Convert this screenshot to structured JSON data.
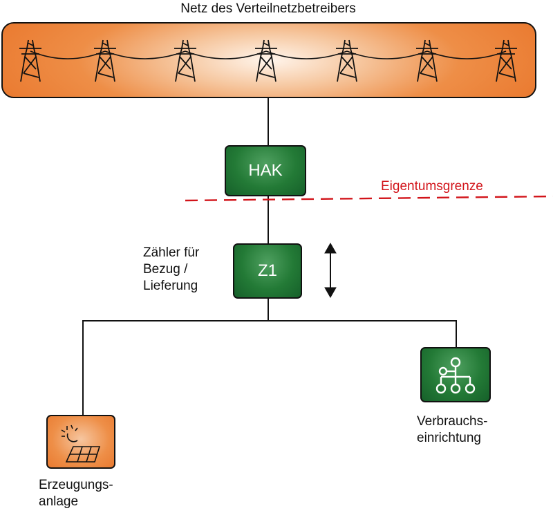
{
  "grid": {
    "title": "Netz des Verteilnetzbetreibers"
  },
  "hak": {
    "label": "HAK"
  },
  "boundary": {
    "label": "Eigentumsgrenze"
  },
  "meter": {
    "label": "Z1",
    "description_lines": [
      "Zähler für",
      "Bezug /",
      "Lieferung"
    ]
  },
  "generator": {
    "label_lines": [
      "Erzeugungs-",
      "anlage"
    ]
  },
  "consumer": {
    "label_lines": [
      "Verbrauchs-",
      "einrichtung"
    ]
  },
  "colors": {
    "grid_orange": "#ea7a30",
    "box_green": "#1e6e30",
    "boundary_red": "#d2141a",
    "line": "#111111"
  },
  "icons": [
    "transmission-tower-icon",
    "solar-panel-icon",
    "sun-icon",
    "distribution-network-icon",
    "bidirectional-arrow-icon"
  ]
}
